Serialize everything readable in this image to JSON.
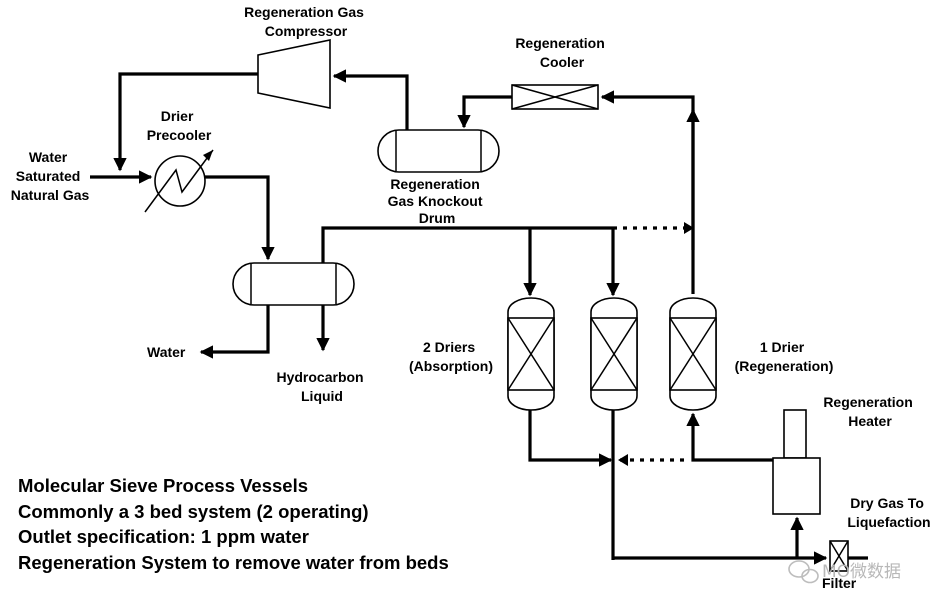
{
  "labels": {
    "compressor": [
      "Regeneration Gas",
      "Compressor"
    ],
    "cooler": [
      "Regeneration",
      "Cooler"
    ],
    "precooler": [
      "Drier",
      "Precooler"
    ],
    "feed": [
      "Water",
      "Saturated",
      "Natural Gas"
    ],
    "knockout": [
      "Regeneration",
      "Gas Knockout",
      "Drum"
    ],
    "water_out": "Water",
    "hydrocarbon": [
      "Hydrocarbon",
      "Liquid"
    ],
    "two_driers": [
      "2 Driers",
      "(Absorption)"
    ],
    "one_drier": [
      "1 Drier",
      "(Regeneration)"
    ],
    "heater": [
      "Regeneration",
      "Heater"
    ],
    "dry_gas": [
      "Dry Gas To",
      "Liquefaction"
    ],
    "filter": "Filter"
  },
  "notes": [
    "Molecular Sieve Process Vessels",
    "Commonly a 3 bed system (2 operating)",
    "Outlet specification: 1 ppm water",
    "Regeneration System to remove water from beds"
  ],
  "watermark": "MO微数据"
}
